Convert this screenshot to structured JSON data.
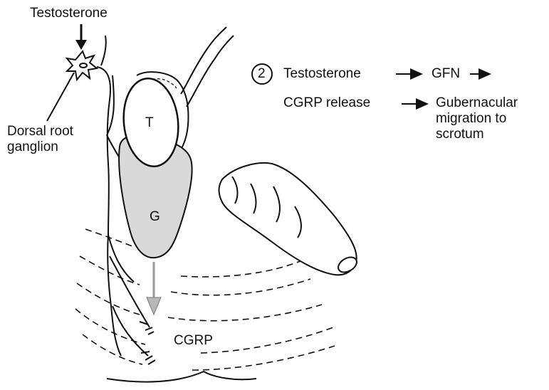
{
  "labels": {
    "testosterone_top": "Testosterone",
    "drg": "Dorsal root\nganglion",
    "testis": "T",
    "gubernaculum": "G",
    "cgrp": "CGRP"
  },
  "pathway": {
    "step_number": "2",
    "line1_a": "Testosterone",
    "line1_b": "GFN",
    "line2_a": "CGRP release",
    "line2_b": "Gubernacular\nmigration to\nscrotum"
  },
  "colors": {
    "ink": "#111111",
    "gubernaculum_fill": "#d9d9d9",
    "cgrp_arrow": "#9a9a9a"
  }
}
